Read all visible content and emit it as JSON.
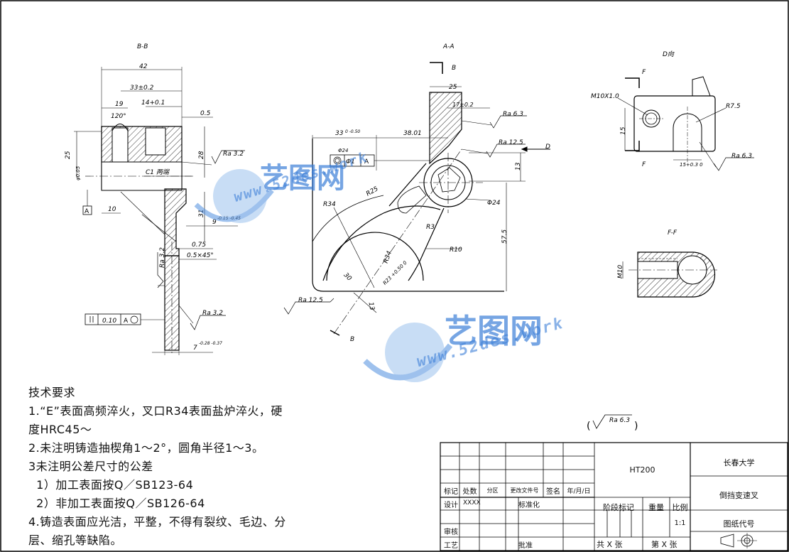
{
  "views": {
    "bb_title": "B-B",
    "aa_title": "A-A",
    "d_title": "D向",
    "ff_title": "F-F"
  },
  "dims_bb": {
    "d42": "42",
    "d33": "33±0.2",
    "d14": "14+0.1",
    "d19": "19",
    "d120": "120°",
    "d05": "0.5",
    "d25": "25",
    "d28": "28",
    "dphi": "φ0.05",
    "dC1": "C1 两端",
    "d10": "10",
    "d31": "31",
    "d9": "9",
    "d9tol": "-0.15 -0.45",
    "d075": "0.75",
    "d0545": "0.5×45°",
    "d7": "7",
    "d7tol": "-0.28 -0.37",
    "datumA": "A",
    "ra32a": "Ra 3.2",
    "ra32b": "Ra 3.2",
    "ra32c": "Ra 3.2",
    "tol010": "0.10",
    "tolA": "A"
  },
  "dims_aa": {
    "d25": "25",
    "d17": "17±0.2",
    "d33": "33",
    "d33tol": "0 -0.50",
    "d3801": "38.01",
    "d13": "13",
    "d575": "57.5",
    "phi24a": "Φ24",
    "phi1": "Φ1",
    "fcA": "A",
    "phi24b": "Φ24",
    "r34a": "R34",
    "r34b": "R34",
    "r3": "R3",
    "r10": "R10",
    "r25": "R25",
    "r34tol": "R23 +0.50 0",
    "d30": "30",
    "d13b": "13",
    "ra63": "Ra 6.3",
    "ra125a": "Ra 12.5",
    "ra125b": "Ra 12.5",
    "lblB1": "B",
    "lblB2": "B",
    "lblD": "D"
  },
  "dims_d": {
    "m10": "M10X1.0",
    "r75": "R7.5",
    "d15": "15",
    "d15b": "15+0.3 0",
    "ra63": "Ra 6.3",
    "f1": "F",
    "f2": "F"
  },
  "dims_ff": {
    "m10": "M10"
  },
  "misc_ra": "Ra 6.3",
  "notes": {
    "title": "技术要求",
    "line1": "1.“E”表面高频淬火，叉口R34表面盐炉淬火，硬",
    "line2": "度HRC45～",
    "line3": "2.未注明铸造抽楔角1～2°，圆角半径1～3。",
    "line4": "3未注明公差尺寸的公差",
    "line5": "  1）加工表面按Q／SB123-64",
    "line6": "  2）非加工表面按Q／SB126-64",
    "line7": "4.铸造表面应光洁，平整，不得有裂纹、毛边、分",
    "line8": "层、缩孔等缺陷。"
  },
  "title_block": {
    "material": "HT200",
    "school": "长春大学",
    "part_name": "倒挡变速叉",
    "drawing_code": "图纸代号",
    "h_mark": "标记",
    "h_count": "处数",
    "h_zone": "分区",
    "h_change": "更改文件号",
    "h_sign": "签名",
    "h_date": "年/月/日",
    "r_design": "设计",
    "r_design_name": "XXXX",
    "r_standard": "标准化",
    "h_stage": "阶段标记",
    "h_weight": "重量",
    "h_scale": "比例",
    "scale": "1:1",
    "r_review": "审核",
    "r_craft": "工艺",
    "r_approve": "批准",
    "total": "共 X 张",
    "page": "第 X 张"
  },
  "watermark": {
    "text": "艺图网",
    "url": "www.52des.work"
  }
}
